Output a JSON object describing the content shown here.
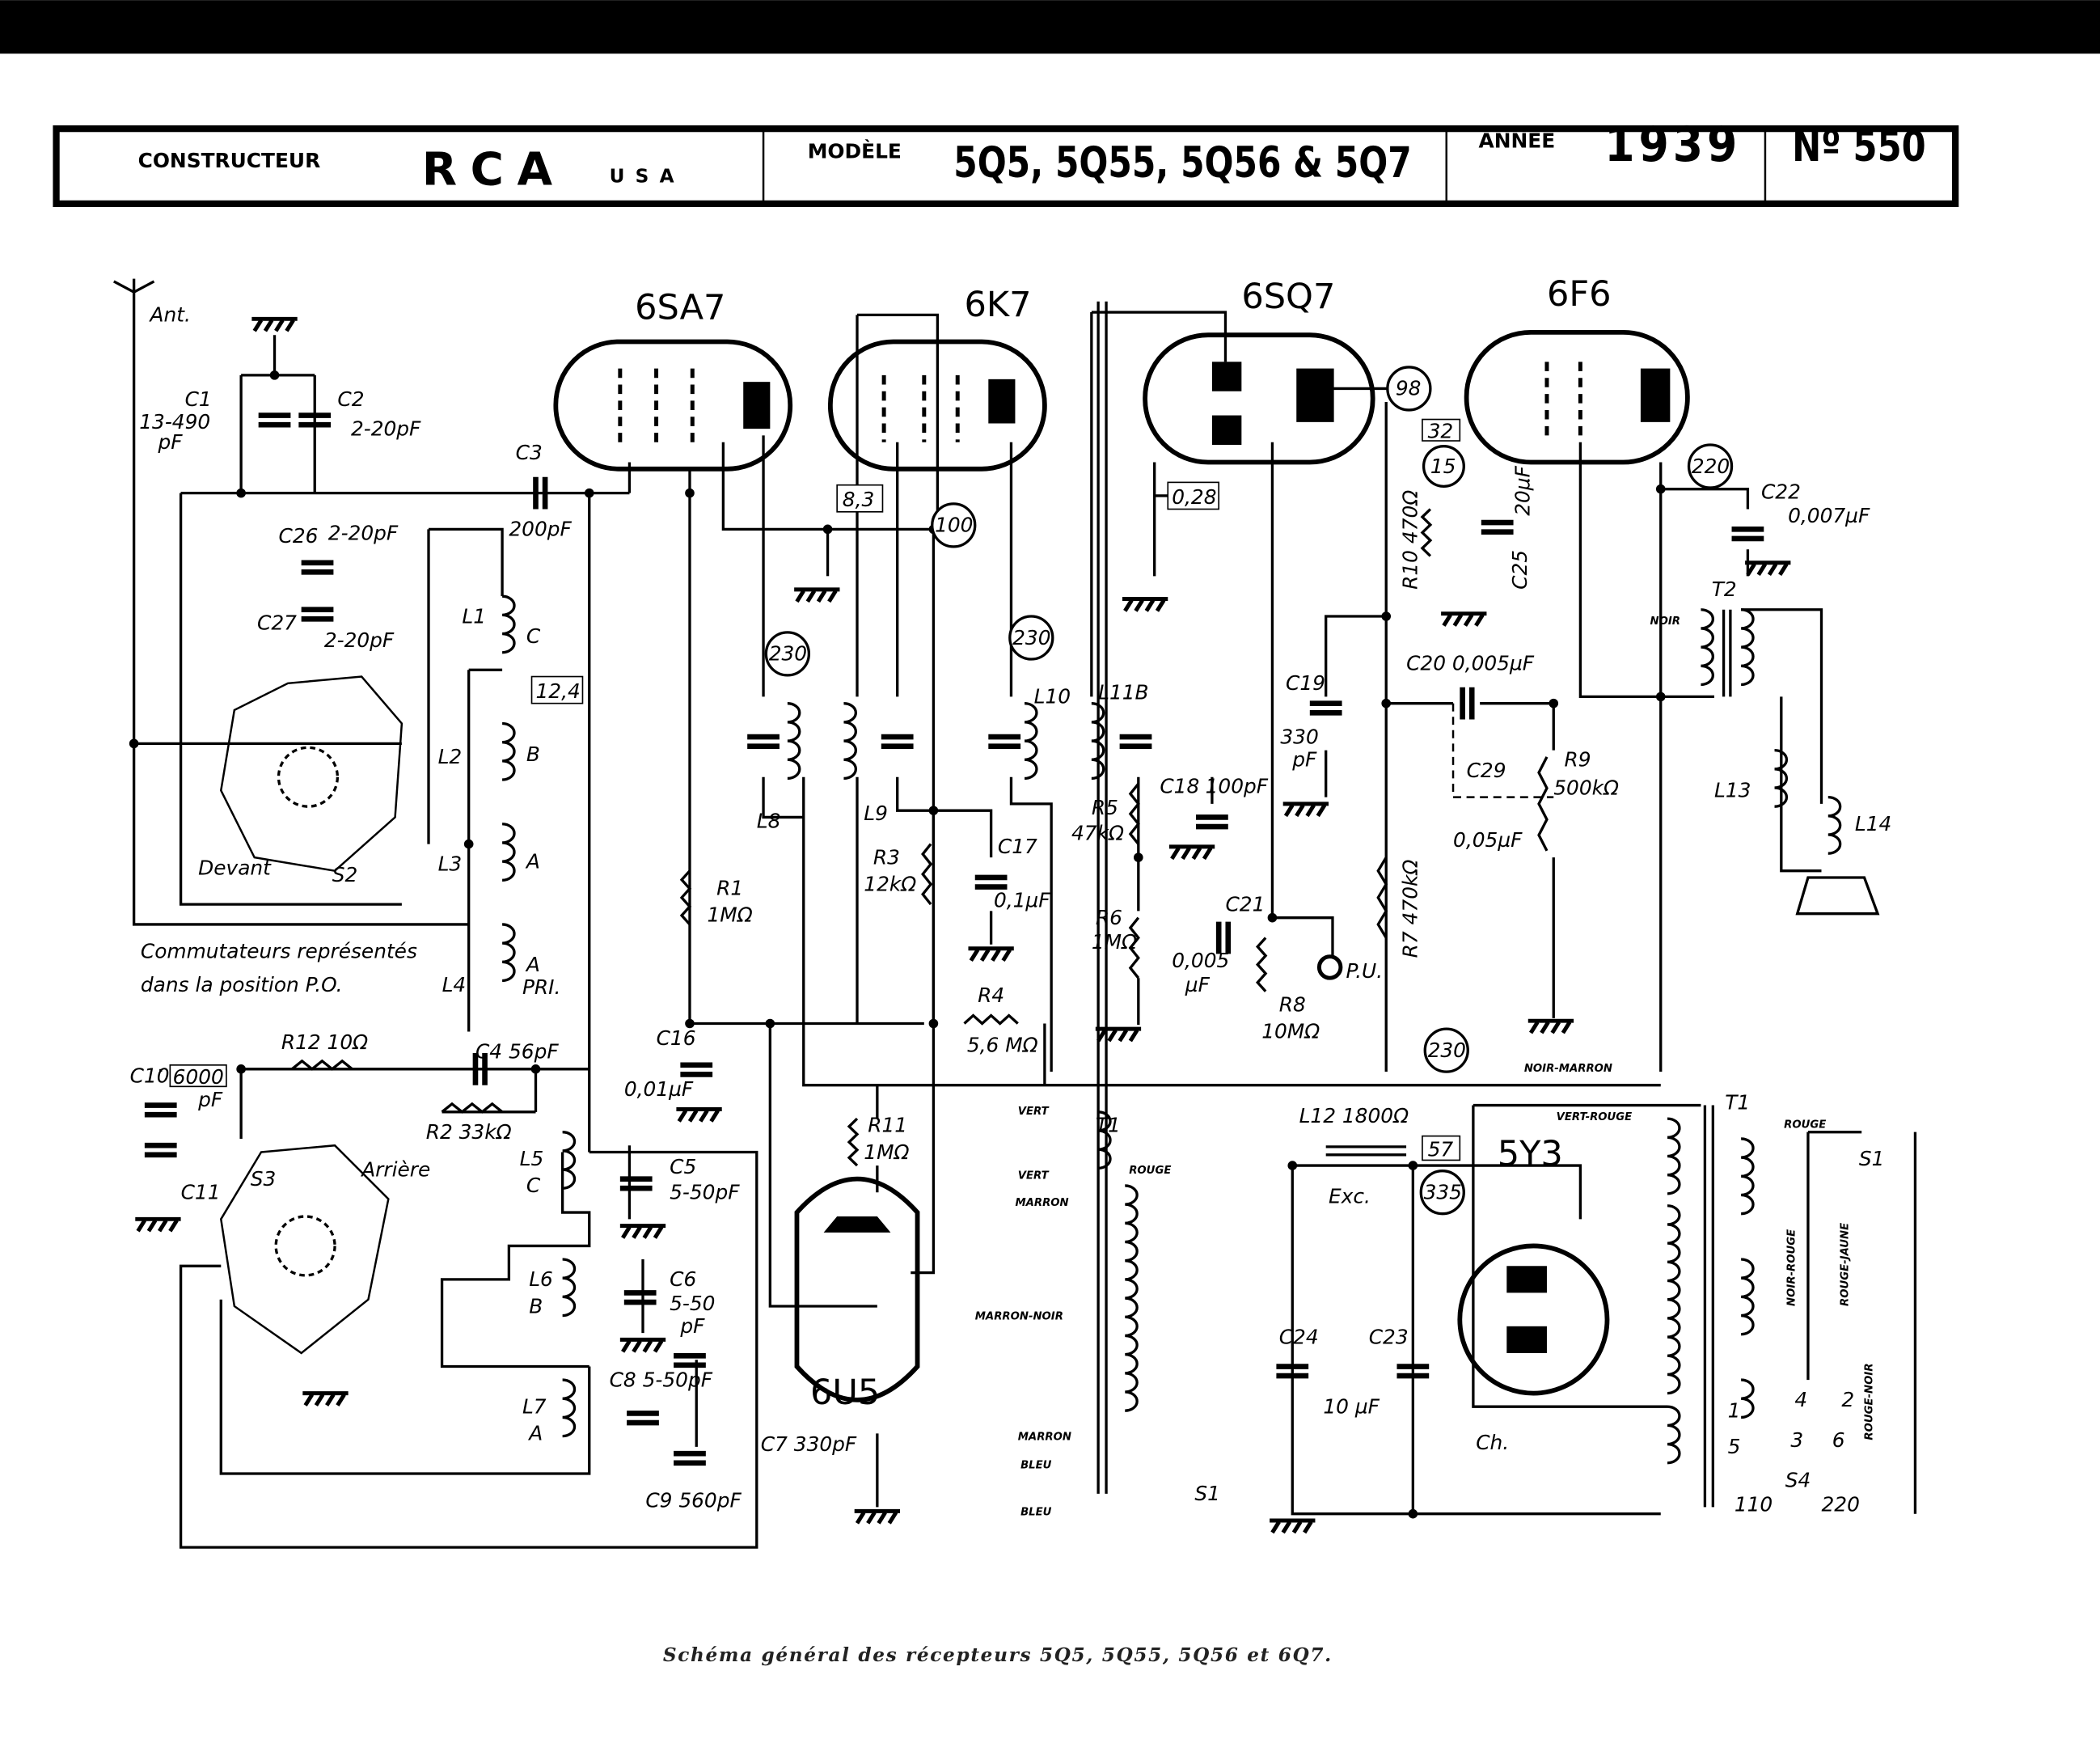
{
  "header": {
    "constructeur_label": "CONSTRUCTEUR",
    "constructeur": "RCA",
    "pays": "USA",
    "modele_label": "MODÈLE",
    "modele": "5Q5, 5Q55, 5Q56 & 5Q7",
    "annee_label": "ANNÉE",
    "annee": "1939",
    "numero": "Nº 550"
  },
  "caption": "Schéma général des récepteurs 5Q5, 5Q55, 5Q56 et 6Q7.",
  "tubes": [
    "6SA7",
    "6K7",
    "6SQ7",
    "6F6",
    "6U5",
    "5Y3"
  ],
  "voltages": {
    "v83": "8,3",
    "v100": "100",
    "v230a": "230",
    "v230b": "230",
    "v028": "0,28",
    "v98": "98",
    "v32": "32",
    "v15": "15",
    "v220": "220",
    "v230c": "230",
    "v124": "12,4",
    "v57": "57",
    "v335": "335",
    "v6000": "6000"
  },
  "labels": {
    "ant": "Ant.",
    "c1": "C1",
    "c1v": "13-490",
    "c1u": "pF",
    "c2": "C2",
    "c2v": "2-20pF",
    "c3": "C3",
    "c3v": "200pF",
    "c26": "C26",
    "c26v": "2-20pF",
    "c27": "C27",
    "c27v": "2-20pF",
    "l1": "L1",
    "l1t": "C",
    "l2": "L2",
    "l2t": "B",
    "l3": "L3",
    "l3t": "A",
    "l4": "L4",
    "l4t": "A",
    "pri": "PRI.",
    "devant": "Devant",
    "s2": "S2",
    "comm1": "Commutateurs représentés",
    "comm2": "dans la position P.O.",
    "r12": "R12 10Ω",
    "c4": "C4 56pF",
    "r2": "R2 33kΩ",
    "c10": "C10",
    "c10u": "pF",
    "c11": "C11",
    "s3": "S3",
    "arriere": "Arrière",
    "l5": "L5",
    "l5t": "C",
    "c5": "C5",
    "c5v": "5-50pF",
    "l6": "L6",
    "l6t": "B",
    "c6": "C6",
    "c6v": "5-50",
    "c6u": "pF",
    "c8": "C8 5-50pF",
    "l7": "L7",
    "l7t": "A",
    "c7": "C7 330pF",
    "c9": "C9 560pF",
    "r1": "R1",
    "r1v": "1MΩ",
    "l8": "L8",
    "l9": "L9",
    "r3": "R3",
    "r3v": "12kΩ",
    "c17": "C17",
    "c17v": "0,1µF",
    "l10": "L10",
    "l11": "L11B",
    "r5": "R5",
    "r5v": "47kΩ",
    "c18": "C18",
    "c18v": "100pF",
    "r6": "R6",
    "r6v": "1MΩ",
    "c21": "C21",
    "c21v": "0,005",
    "c21u": "µF",
    "r8": "R8",
    "r8v": "10MΩ",
    "pu": "P.U.",
    "r4": "R4",
    "r4v": "5,6 MΩ",
    "c16": "C16",
    "c16v": "0,01µF",
    "r11": "R11",
    "r11v": "1MΩ",
    "c19": "C19",
    "c19v": "330",
    "c19u": "pF",
    "c20": "C20 0,005µF",
    "c29": "C29",
    "c29v": "0,05µF",
    "r9": "R9",
    "r9v": "500kΩ",
    "r7": "R7 470kΩ",
    "r10": "R10 470Ω",
    "c25": "C25",
    "c25v": "20µF",
    "c22": "C22",
    "c22v": "0,007µF",
    "t2": "T2",
    "noir": "NOIR",
    "l13": "L13",
    "l14": "L14",
    "noir_marron": "NOIR-MARRON",
    "l12": "L12 1800Ω",
    "exc": "Exc.",
    "c24": "C24",
    "c23": "C23",
    "c2324v": "10 µF",
    "ch": "Ch.",
    "t1a": "T1",
    "t1b": "T1",
    "vert1": "VERT",
    "vert2": "VERT",
    "marron1": "MARRON",
    "marron_noir": "MARRON-NOIR",
    "marron2": "MARRON",
    "bleu1": "BLEU",
    "bleu2": "BLEU",
    "rouge1": "ROUGE",
    "vert_rouge": "VERT-ROUGE",
    "rouge2": "ROUGE",
    "noir_rouge": "NOIR-ROUGE",
    "rouge_jaune": "ROUGE-JAUNE",
    "rouge_noir": "ROUGE-NOIR",
    "s1a": "S1",
    "s1b": "S1",
    "s4": "S4",
    "n1": "1",
    "n2": "2",
    "n3": "3",
    "n4": "4",
    "n5": "5",
    "n6": "6",
    "v110": "110",
    "v220": "220"
  }
}
